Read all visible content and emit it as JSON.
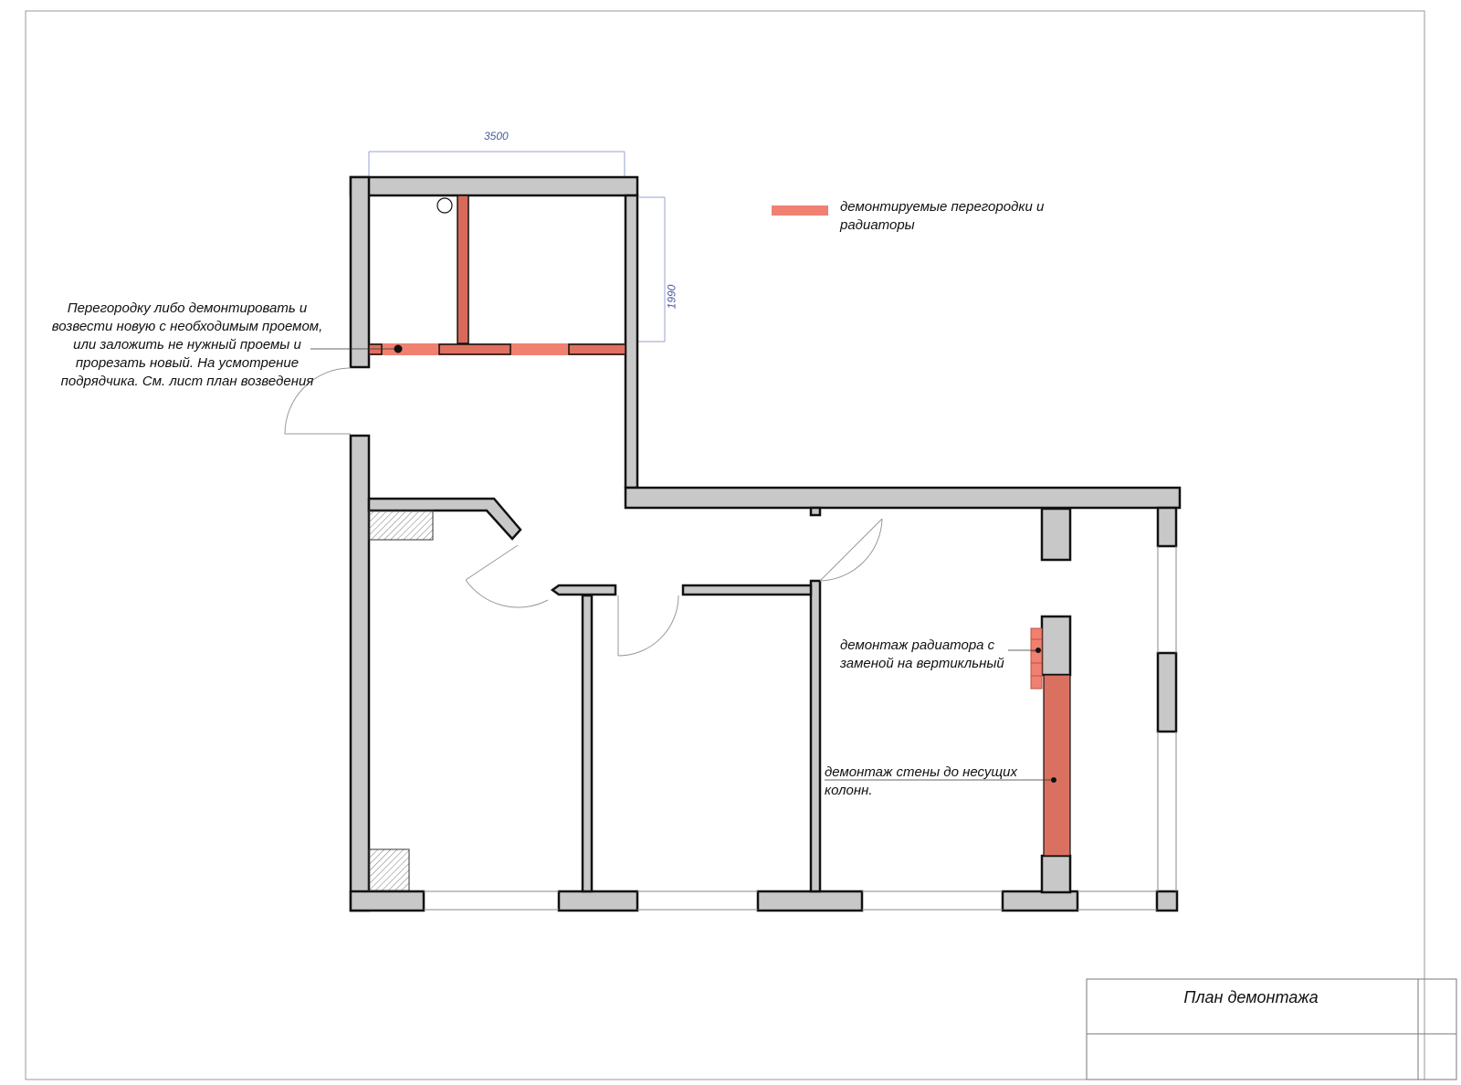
{
  "legend": {
    "label": "демонтируемые перегородки и радиаторы",
    "swatch_color": "#f08070"
  },
  "dimensions": {
    "width_value": "3500",
    "height_value": "1990"
  },
  "notes": {
    "partition": "Перегородку либо демонтировать и возвести новую с необходимым проемом, или заложить не нужный проемы и прорезать новый. На усмотрение подрядчика. См. лист план возведения",
    "radiator": "демонтаж радиатора с заменой на вертикльный",
    "wall": "демонтаж  стены  до несущих колонн."
  },
  "title_block": {
    "title": "План демонтажа"
  },
  "colors": {
    "wall_fill": "#c8c8c8",
    "wall_stroke": "#111111",
    "demolish": "#f08070",
    "demolish_dark": "#e07060",
    "dimension_line": "#9aa0cc",
    "frame": "#999999"
  }
}
